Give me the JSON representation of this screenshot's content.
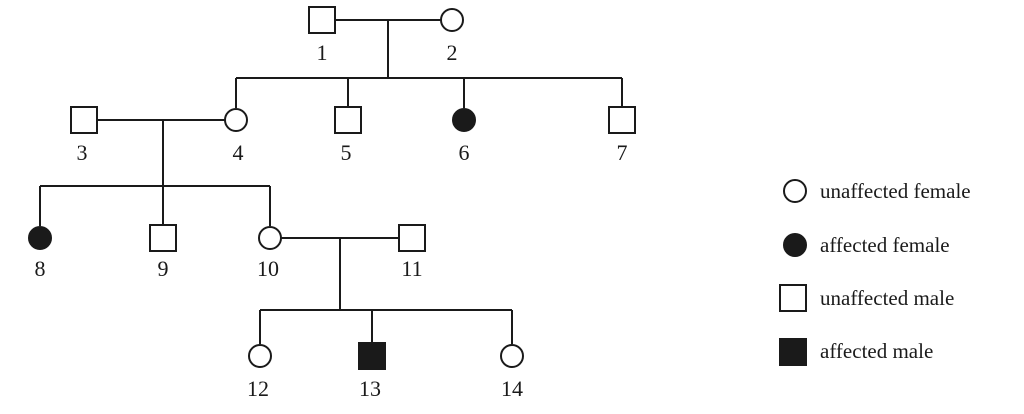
{
  "individuals": [
    {
      "id": "1",
      "sex": "male",
      "affected": false
    },
    {
      "id": "2",
      "sex": "female",
      "affected": false
    },
    {
      "id": "3",
      "sex": "male",
      "affected": false
    },
    {
      "id": "4",
      "sex": "female",
      "affected": false
    },
    {
      "id": "5",
      "sex": "male",
      "affected": false
    },
    {
      "id": "6",
      "sex": "female",
      "affected": true
    },
    {
      "id": "7",
      "sex": "male",
      "affected": false
    },
    {
      "id": "8",
      "sex": "female",
      "affected": true
    },
    {
      "id": "9",
      "sex": "male",
      "affected": false
    },
    {
      "id": "10",
      "sex": "female",
      "affected": false
    },
    {
      "id": "11",
      "sex": "male",
      "affected": false
    },
    {
      "id": "12",
      "sex": "female",
      "affected": false
    },
    {
      "id": "13",
      "sex": "male",
      "affected": true
    },
    {
      "id": "14",
      "sex": "female",
      "affected": false
    }
  ],
  "couples": [
    [
      "1",
      "2"
    ],
    [
      "3",
      "4"
    ],
    [
      "10",
      "11"
    ]
  ],
  "children_of": {
    "1-2": [
      "4",
      "5",
      "6",
      "7"
    ],
    "3-4": [
      "8",
      "9",
      "10"
    ],
    "10-11": [
      "12",
      "13",
      "14"
    ]
  },
  "legend": {
    "unaffected_female": "unaffected female",
    "affected_female": "affected female",
    "unaffected_male": "unaffected male",
    "affected_male": "affected male"
  },
  "colors": {
    "ink": "#1a1a1a",
    "fill_unaffected": "#ffffff"
  }
}
